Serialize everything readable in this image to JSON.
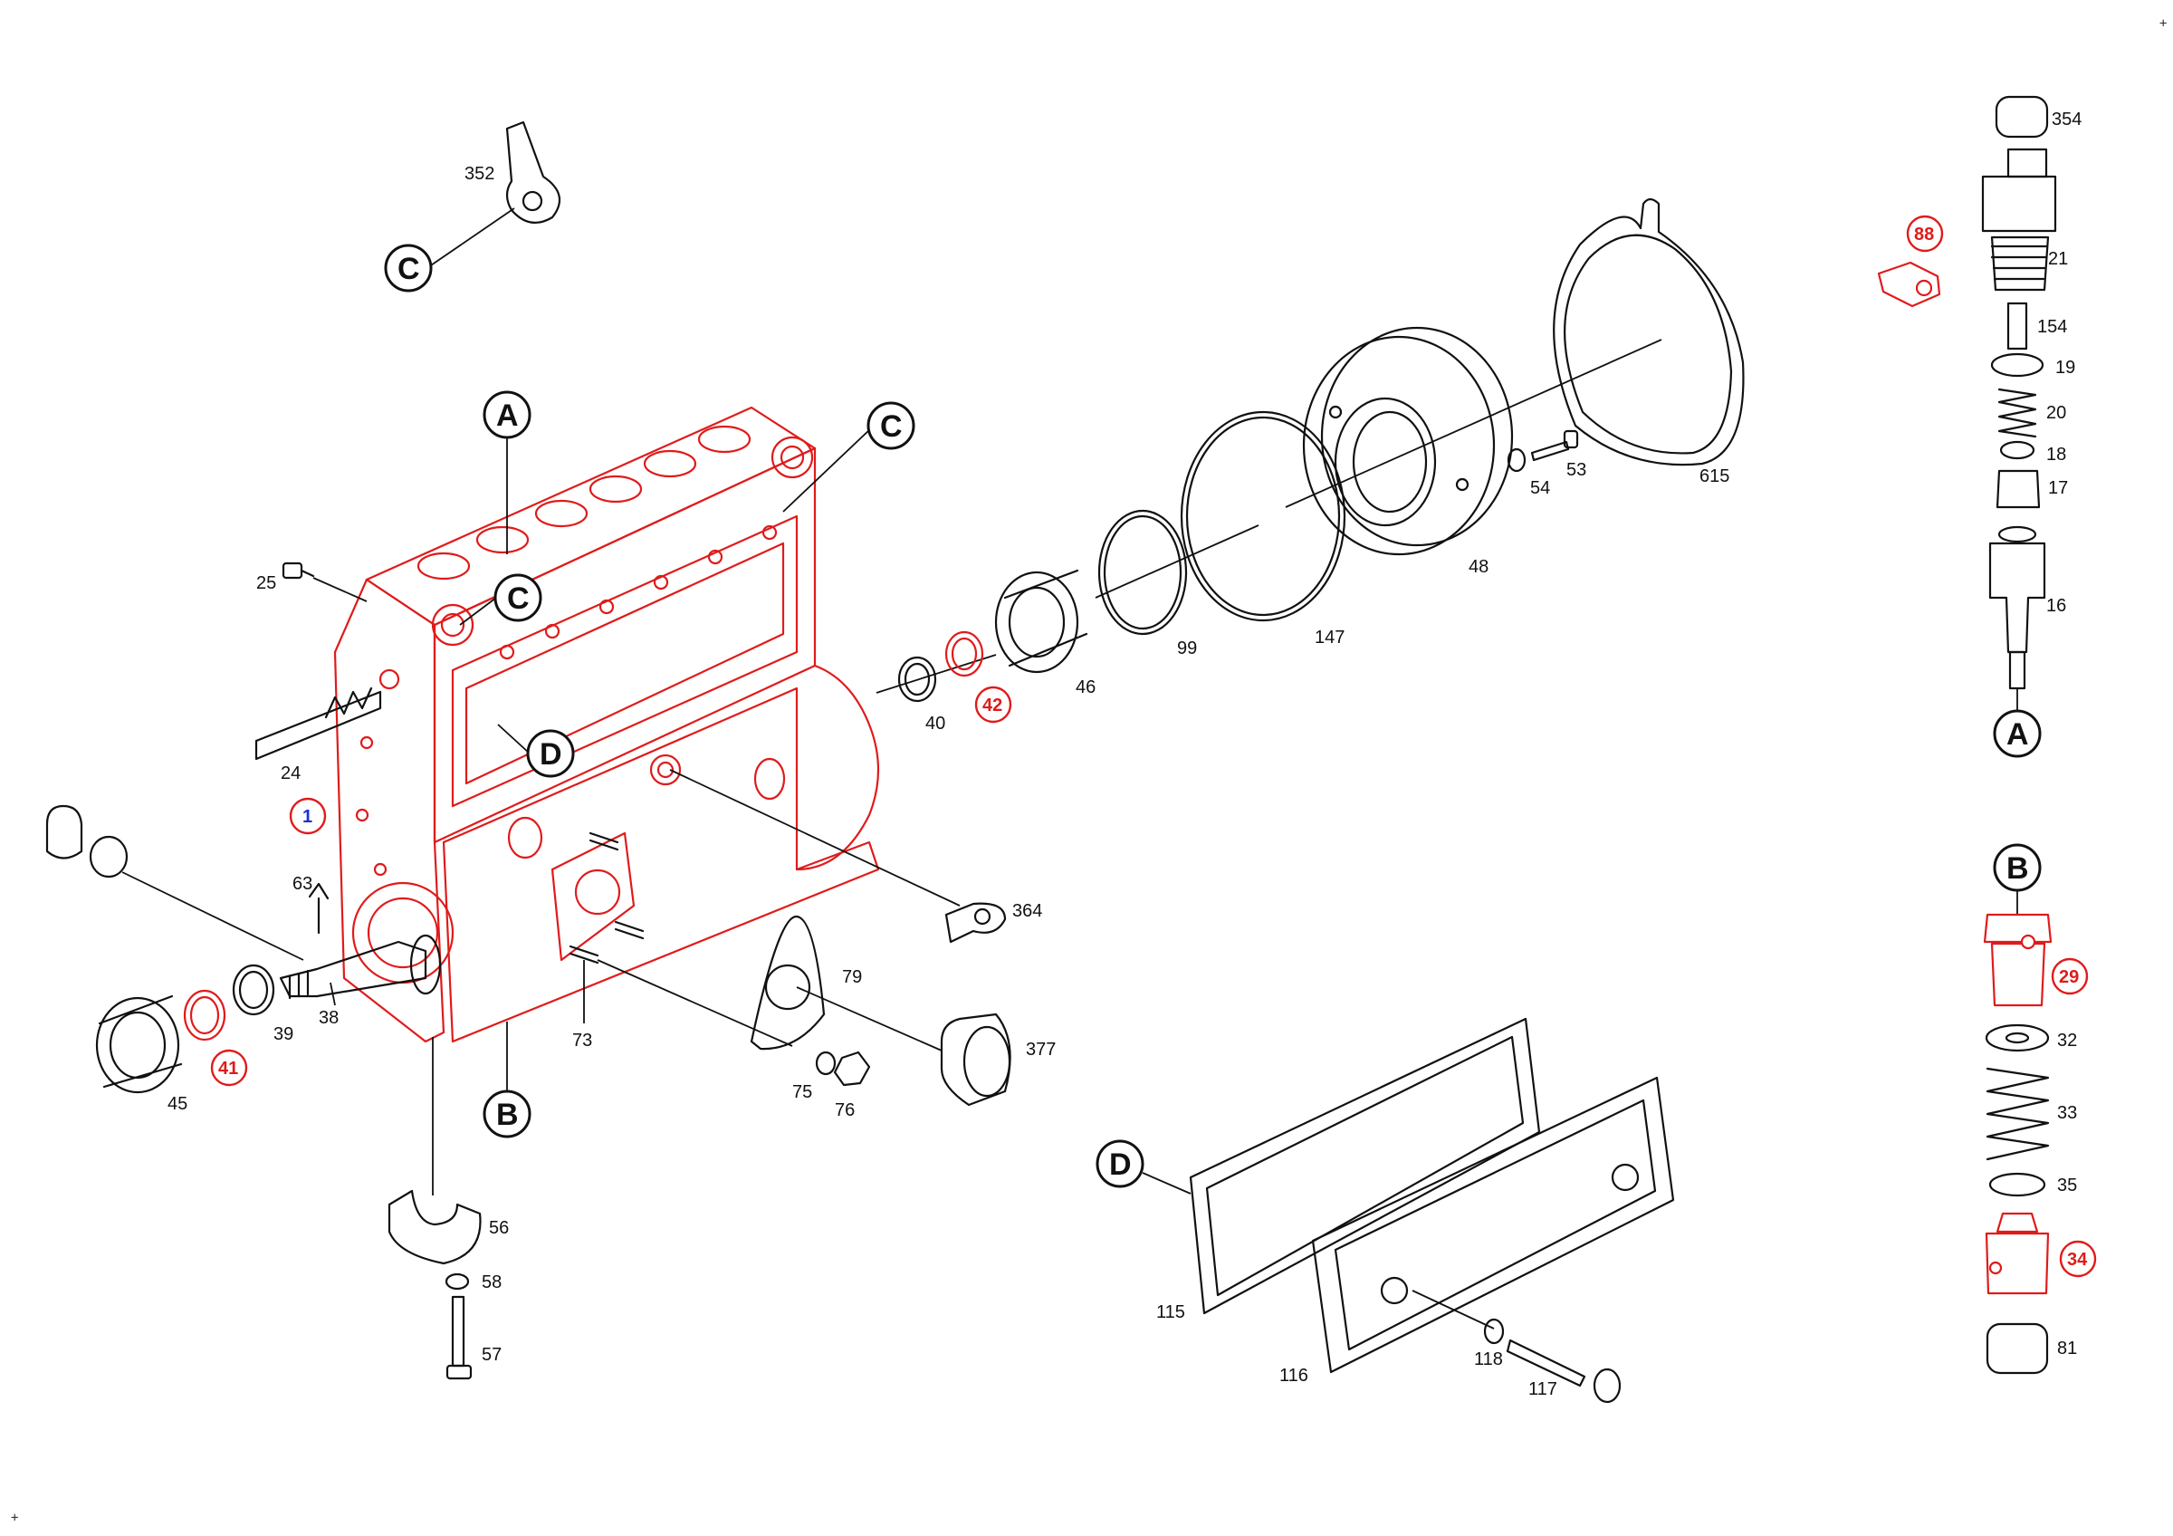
{
  "diagram": {
    "refs": {
      "A": "A",
      "B": "B",
      "C": "C",
      "D": "D"
    },
    "corner_mark": "+",
    "labels": {
      "p352": "352",
      "p25": "25",
      "p24": "24",
      "p1": "1",
      "p63": "63",
      "p38": "38",
      "p39": "39",
      "p41": "41",
      "p45": "45",
      "p73": "73",
      "p56": "56",
      "p58": "58",
      "p57": "57",
      "p79": "79",
      "p75": "75",
      "p76": "76",
      "p377": "377",
      "p364": "364",
      "p40": "40",
      "p42": "42",
      "p46": "46",
      "p99": "99",
      "p147": "147",
      "p48": "48",
      "p54": "54",
      "p53": "53",
      "p615": "615",
      "p115": "115",
      "p116": "116",
      "p118": "118",
      "p117": "117",
      "p354": "354",
      "p88": "88",
      "p21": "21",
      "p154": "154",
      "p19": "19",
      "p20": "20",
      "p18": "18",
      "p17": "17",
      "p16": "16",
      "p29": "29",
      "p32": "32",
      "p33": "33",
      "p35": "35",
      "p34": "34",
      "p81": "81"
    },
    "colors": {
      "highlight": "#e01b1b",
      "line": "#111111",
      "blue": "#1c2fd6"
    }
  }
}
